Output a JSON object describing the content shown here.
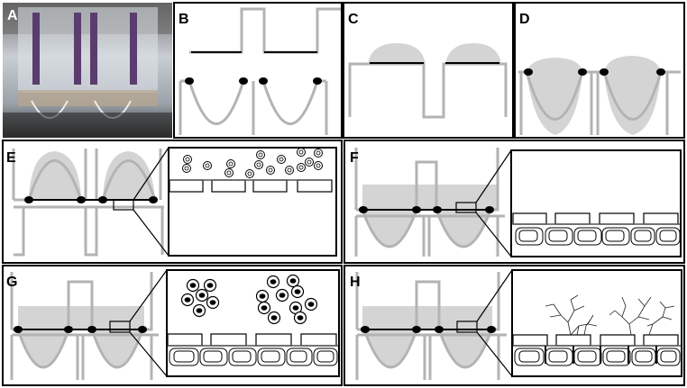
{
  "panels": {
    "a": {
      "label": "A"
    },
    "b": {
      "label": "B"
    },
    "c": {
      "label": "C"
    },
    "d": {
      "label": "D"
    },
    "e": {
      "label": "E"
    },
    "f": {
      "label": "F"
    },
    "g": {
      "label": "G"
    },
    "h": {
      "label": "H"
    }
  },
  "colors": {
    "frame": "#000000",
    "wall": "#b3b3b3",
    "fill": "#d4d4d4",
    "background": "#ffffff",
    "photo_dark": "#3a3a3a",
    "photo_light": "#d6dbe0",
    "electrode": "#5a3d6e"
  }
}
